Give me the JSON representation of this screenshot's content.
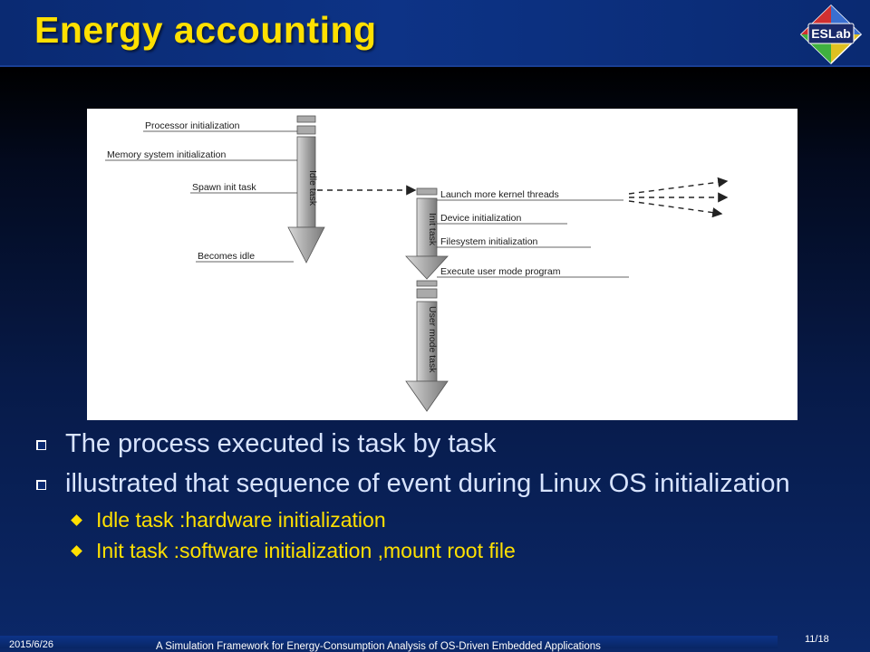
{
  "slide": {
    "title": "Energy accounting"
  },
  "logo": {
    "text": "ESLab"
  },
  "figure": {
    "labels": {
      "processor_init": "Processor initialization",
      "memory_init": "Memory system initialization",
      "spawn_init": "Spawn init task",
      "becomes_idle": "Becomes idle",
      "idle_task": "Idle task",
      "launch_threads": "Launch more kernel threads",
      "device_init": "Device initialization",
      "filesystem_init": "Filesystem initialization",
      "execute_user": "Execute user mode program",
      "init_task": "Init task",
      "user_mode_task": "User mode task"
    }
  },
  "bullets": [
    "The process executed is task by task",
    "illustrated that sequence of event during Linux OS initialization"
  ],
  "sub_bullets": [
    "Idle task :hardware initialization",
    "Init task :software initialization ,mount root file"
  ],
  "footer": {
    "date": "2015/6/26",
    "title": "A Simulation Framework for Energy-Consumption Analysis of OS-Driven Embedded Applications",
    "page": "11/18"
  }
}
